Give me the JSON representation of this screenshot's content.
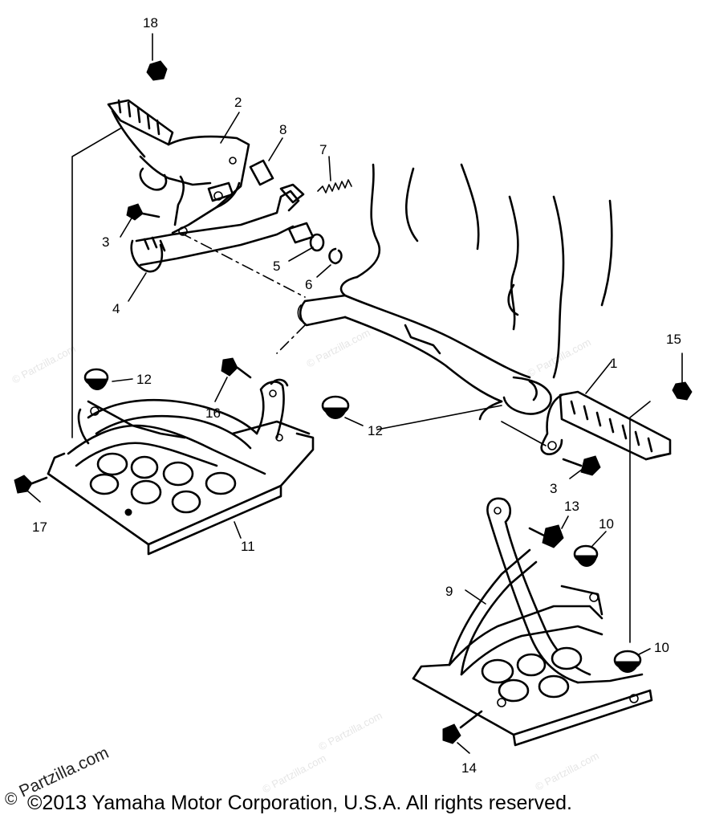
{
  "callouts": [
    {
      "id": "18",
      "text": "18"
    },
    {
      "id": "2",
      "text": "2"
    },
    {
      "id": "8",
      "text": "8"
    },
    {
      "id": "7",
      "text": "7"
    },
    {
      "id": "3a",
      "text": "3"
    },
    {
      "id": "5",
      "text": "5"
    },
    {
      "id": "6",
      "text": "6"
    },
    {
      "id": "4",
      "text": "4"
    },
    {
      "id": "12a",
      "text": "12"
    },
    {
      "id": "16",
      "text": "16"
    },
    {
      "id": "12b",
      "text": "12"
    },
    {
      "id": "1",
      "text": "1"
    },
    {
      "id": "15",
      "text": "15"
    },
    {
      "id": "3b",
      "text": "3"
    },
    {
      "id": "17",
      "text": "17"
    },
    {
      "id": "11",
      "text": "11"
    },
    {
      "id": "13",
      "text": "13"
    },
    {
      "id": "10a",
      "text": "10"
    },
    {
      "id": "9",
      "text": "9"
    },
    {
      "id": "10b",
      "text": "10"
    },
    {
      "id": "14",
      "text": "14"
    }
  ],
  "watermark": "© Partzilla.com",
  "watermark_strong": "Partzilla.com",
  "copyright": "©2013  Yamaha Motor Corporation, U.S.A. All rights reserved."
}
